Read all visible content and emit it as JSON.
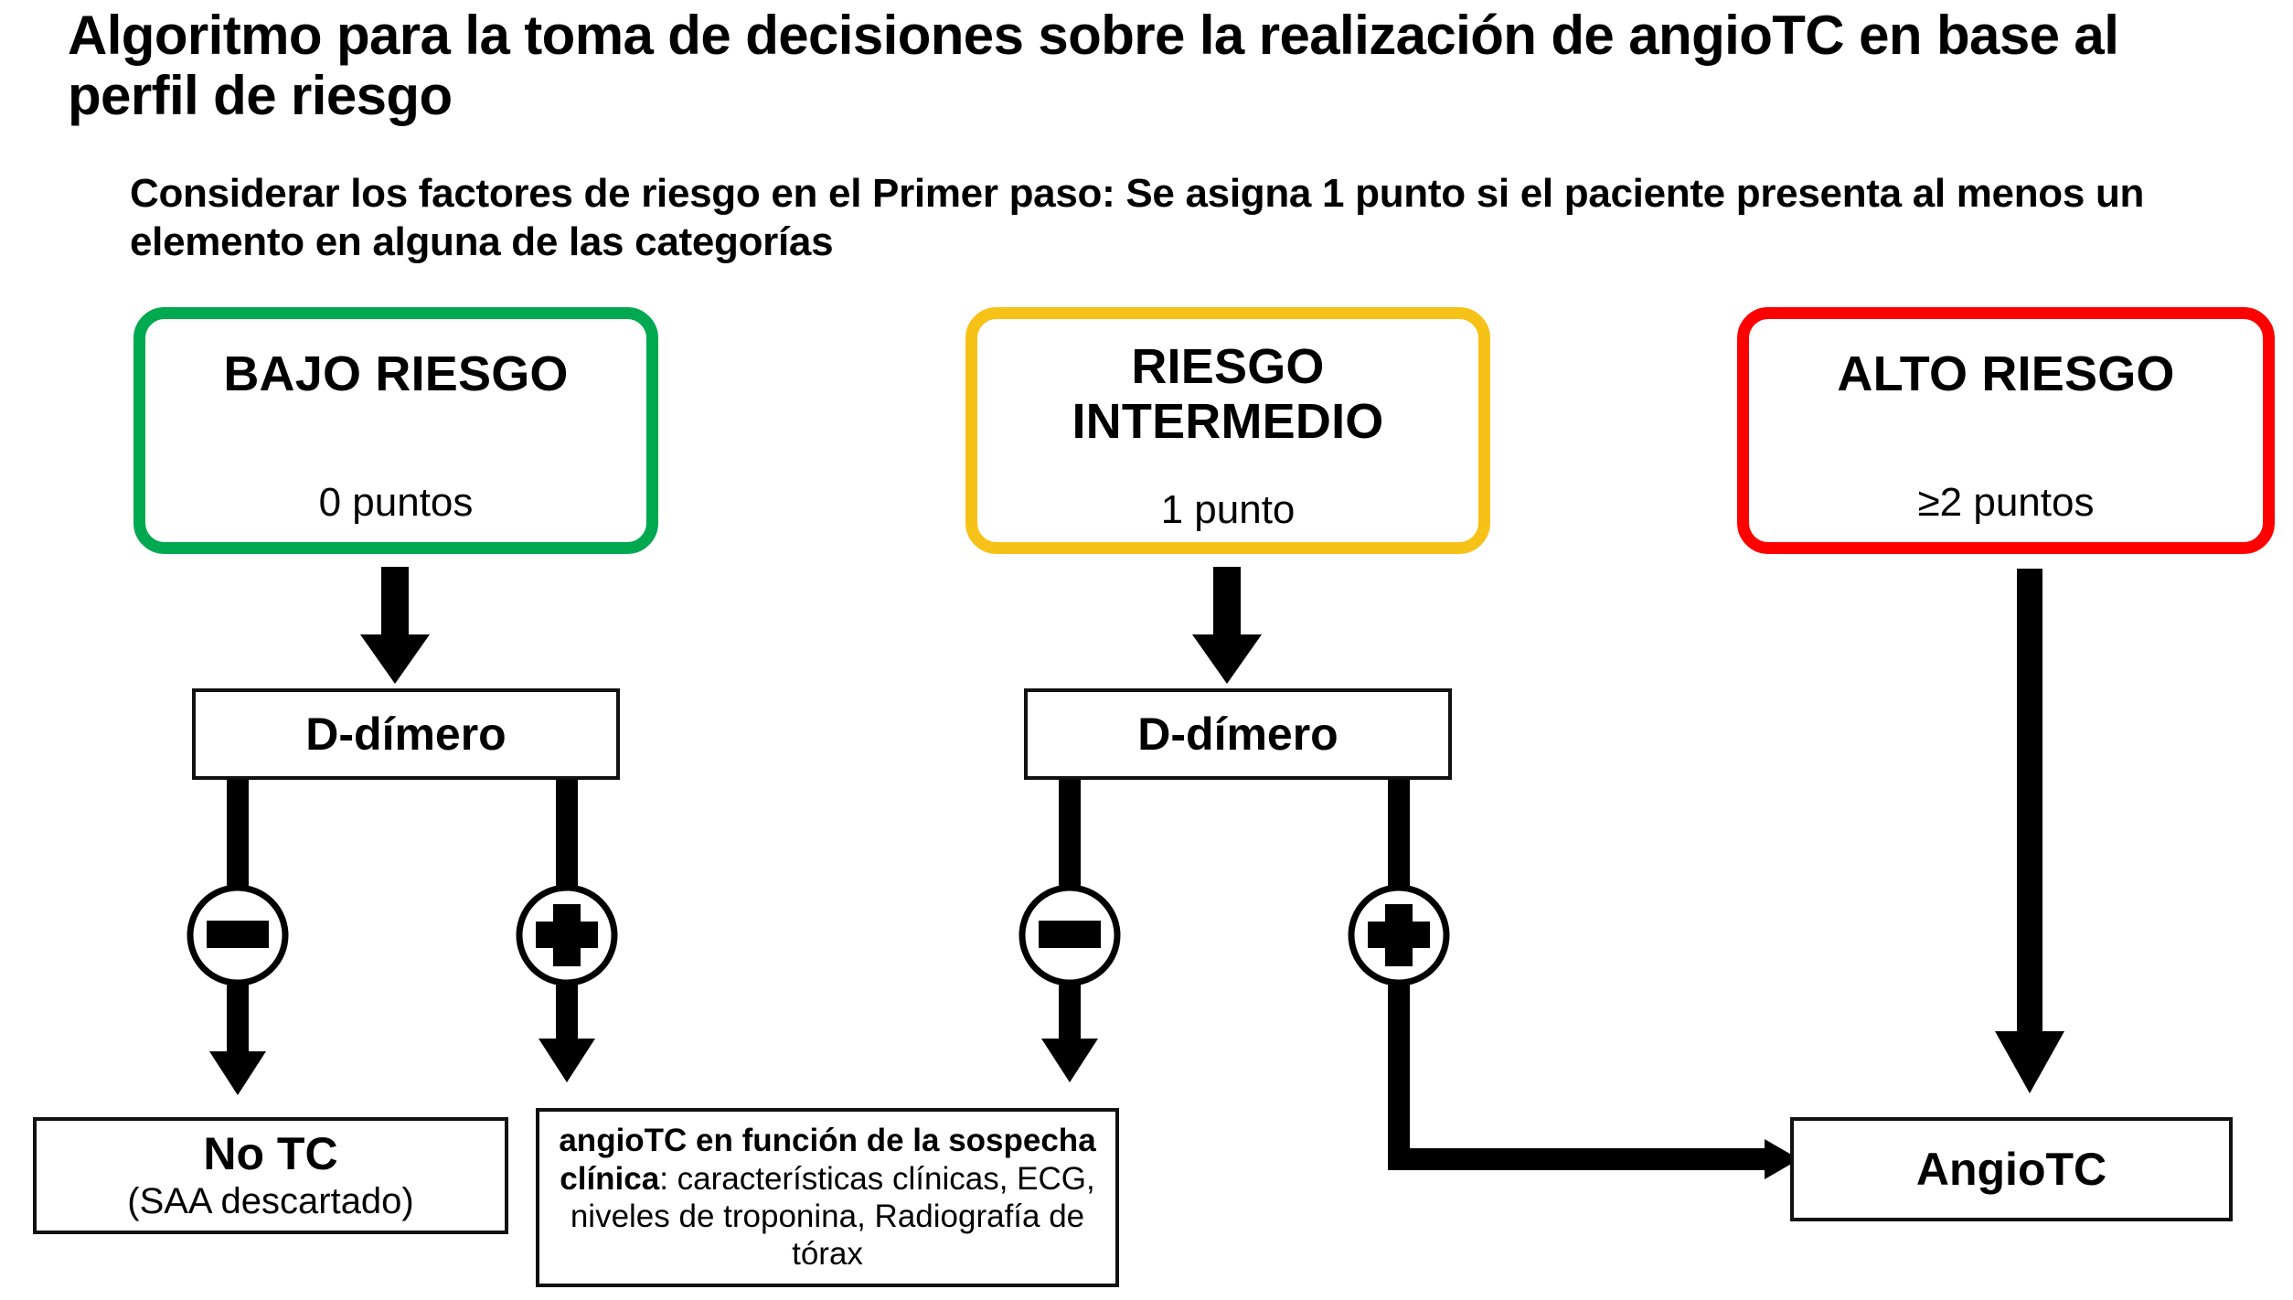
{
  "header": {
    "title": "Algoritmo para la toma de decisiones sobre la realización de angioTC en base al perfil de riesgo",
    "subtitle": "Considerar los factores de riesgo en el Primer paso: Se asigna 1 punto si el paciente presenta al menos un elemento en alguna de las categorías"
  },
  "colors": {
    "low_risk": "#00a94f",
    "intermediate_risk": "#f7c217",
    "high_risk": "#ff0000",
    "connector": "#000000",
    "box_border": "#111111",
    "background": "#ffffff"
  },
  "risk_cards": [
    {
      "id": "low",
      "name": "BAJO RIESGO",
      "points": "0 puntos",
      "color": "#00a94f"
    },
    {
      "id": "intermediate",
      "name": "RIESGO\nINTERMEDIO",
      "points": "1 punto",
      "color": "#f7c217"
    },
    {
      "id": "high",
      "name": "ALTO RIESGO",
      "points": "≥2 puntos",
      "color": "#ff0000"
    }
  ],
  "tests": {
    "ddimer_low_label": "D-dímero",
    "ddimer_intermediate_label": "D-dímero"
  },
  "signs": {
    "negative": "minus",
    "positive": "plus"
  },
  "outcomes": {
    "no_tc": {
      "title": "No TC",
      "subtitle": "(SAA descartado)"
    },
    "suspicion": {
      "bold_part": "angioTC en función de la sospecha clínica",
      "rest_part": ": características clínicas, ECG, niveles de troponina, Radiografía de tórax"
    },
    "angiotc": {
      "title": "AngioTC"
    }
  }
}
